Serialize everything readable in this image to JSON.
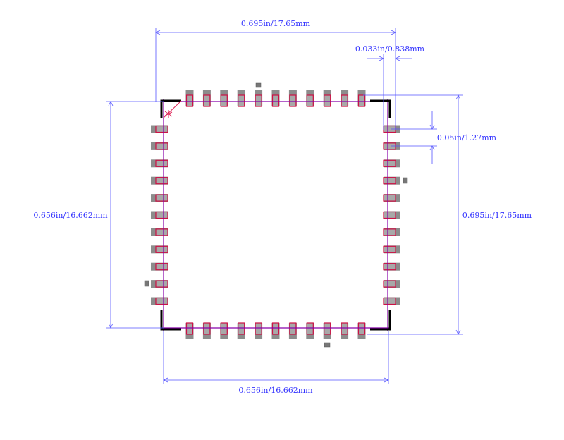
{
  "dimensions": {
    "top_width": "0.695in/17.65mm",
    "pad_width": "0.033in/0.838mm",
    "pitch": "0.05in/1.27mm",
    "right_height": "0.695in/17.65mm",
    "left_height": "0.656in/16.662mm",
    "bottom_width": "0.656in/16.662mm"
  },
  "footprint": {
    "pins_per_side": 11,
    "colors": {
      "pad": "#8c8c8c",
      "pad_inner": "#a8a8a8",
      "copper_outline": "#cc1144",
      "silkscreen": "#000000",
      "dimension": "#3333ff",
      "centerline": "#8800aa"
    }
  }
}
